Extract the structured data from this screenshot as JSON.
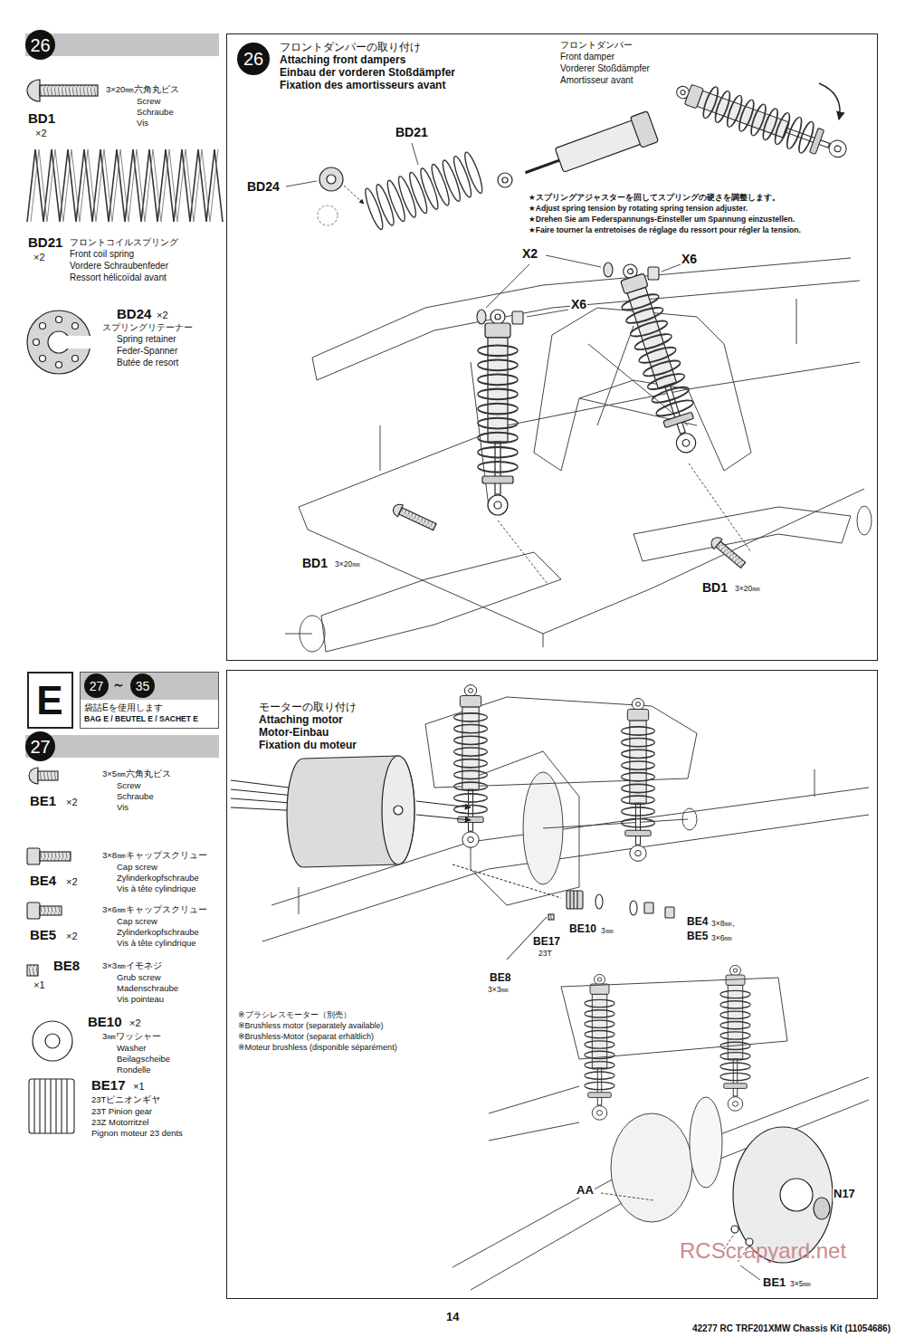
{
  "diagram": {
    "nodes": [
      {
        "text": [
          "26"
        ]
      },
      {
        "text": [
          "26",
          "フロントダンパーの取り付け",
          "Attaching front dampers",
          "Einbau der vorderen Stoßdämpfer",
          "Fixation des amortisseurs avant"
        ]
      },
      {
        "text": [
          "E"
        ]
      },
      {
        "text": [
          "27",
          "～",
          "35",
          "袋詰Eを使用します",
          "BAG E / BEUTEL E / SACHET E"
        ]
      },
      {
        "text": [
          "27"
        ]
      },
      {
        "text": [
          "モーターの取り付け",
          "Attaching motor",
          "Motor-Einbau",
          "Fixation du moteur"
        ]
      }
    ],
    "labels": [
      "BD1",
      "×2",
      "3×20㎜六角丸ビス",
      "Screw",
      "Schraube",
      "Vis",
      "BD21",
      "×2",
      "フロントコイルスプリング",
      "Front coil spring",
      "Vordere Schraubenfeder",
      "Ressort hélicoïdal avant",
      "BD24",
      "×2",
      "スプリングリテーナー",
      "Spring retainer",
      "Feder-Spanner",
      "Butée de resort",
      "フロントダンパー",
      "Front damper",
      "Vorderer Stoßdämpfer",
      "Amortisseur avant",
      "BD21",
      "BD24",
      "★スプリングアジャスターを回してスプリングの硬さを調整します。",
      "★Adjust spring tension by rotating spring tension adjuster.",
      "★Drehen Sie am Federspannungs-Einsteller um Spannung einzustellen.",
      "★Faire tourner la entretoises de réglage du ressort pour régler la tension.",
      "X2",
      "X6",
      "X6",
      "BD1",
      "3×20㎜",
      "BD1",
      "3×20㎜",
      "3×5㎜六角丸ビス",
      "Screw",
      "Schraube",
      "Vis",
      "BE1",
      "×2",
      "3×8㎜キャップスクリュー",
      "Cap screw",
      "Zylinderkopfschraube",
      "Vis à tête cylindrique",
      "BE4",
      "×2",
      "3×6㎜キャップスクリュー",
      "Cap screw",
      "Zylinderkopfschraube",
      "Vis à tête cylindrique",
      "BE5",
      "×2",
      "BE8",
      "×1",
      "3×3㎜イモネジ",
      "Grub screw",
      "Madenschraube",
      "Vis pointeau",
      "BE10",
      "×2",
      "3㎜ワッシャー",
      "Washer",
      "Beilagscheibe",
      "Rondelle",
      "BE17",
      "×1",
      "23Tピニオンギヤ",
      "23T Pinion gear",
      "23Z Motorritzel",
      "Pignon moteur 23 dents",
      "BE17",
      "23T",
      "BE10",
      "3㎜",
      "BE8",
      "3×3㎜",
      "BE4",
      "3×8㎜,",
      "BE5",
      "3×6㎜",
      "※ブラシレスモーター（別売）",
      "※Brushless motor (separately available)",
      "※Brushless-Motor (separat erhältlich)",
      "※Moteur brushless (disponible séparément)",
      "AA",
      "N17",
      "BE1",
      "3×5㎜",
      "14",
      "42277 RC TRF201XMW Chassis Kit (11054686)",
      "RCScrapyard.net"
    ]
  }
}
